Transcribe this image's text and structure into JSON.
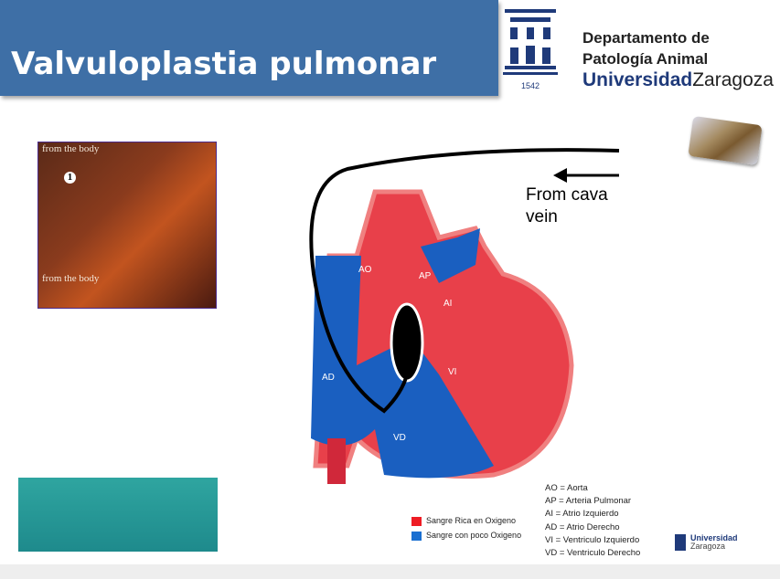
{
  "slide": {
    "title": "Valvuloplastia pulmonar"
  },
  "header_logo": {
    "year": "1542",
    "dept_line1": "Departamento de",
    "dept_line2": "Patología Animal",
    "uni_bold": "Universidad",
    "uni_regular": "Zaragoza"
  },
  "image1": {
    "label_top": "from the body",
    "label_bottom": "from the body",
    "marker": "1"
  },
  "diagram": {
    "arrow_label_line1": "From cava",
    "arrow_label_line2": "vein",
    "labels": [
      "AO",
      "AP",
      "AI",
      "AD",
      "VI",
      "VD"
    ]
  },
  "legend": {
    "items": [
      {
        "label": "Sangre Rica en Oxigeno",
        "color": "#ee1c24"
      },
      {
        "label": "Sangre con poco Oxigeno",
        "color": "#1a6fd1"
      }
    ]
  },
  "abbreviations": [
    "AO = Aorta",
    "AP = Arteria Pulmonar",
    "AI = Atrio Izquierdo",
    "AD = Atrio Derecho",
    "VI = Ventriculo Izquierdo",
    "VD = Ventriculo Derecho"
  ],
  "footer_logo": {
    "line1": "Universidad",
    "line2": "Zaragoza"
  }
}
